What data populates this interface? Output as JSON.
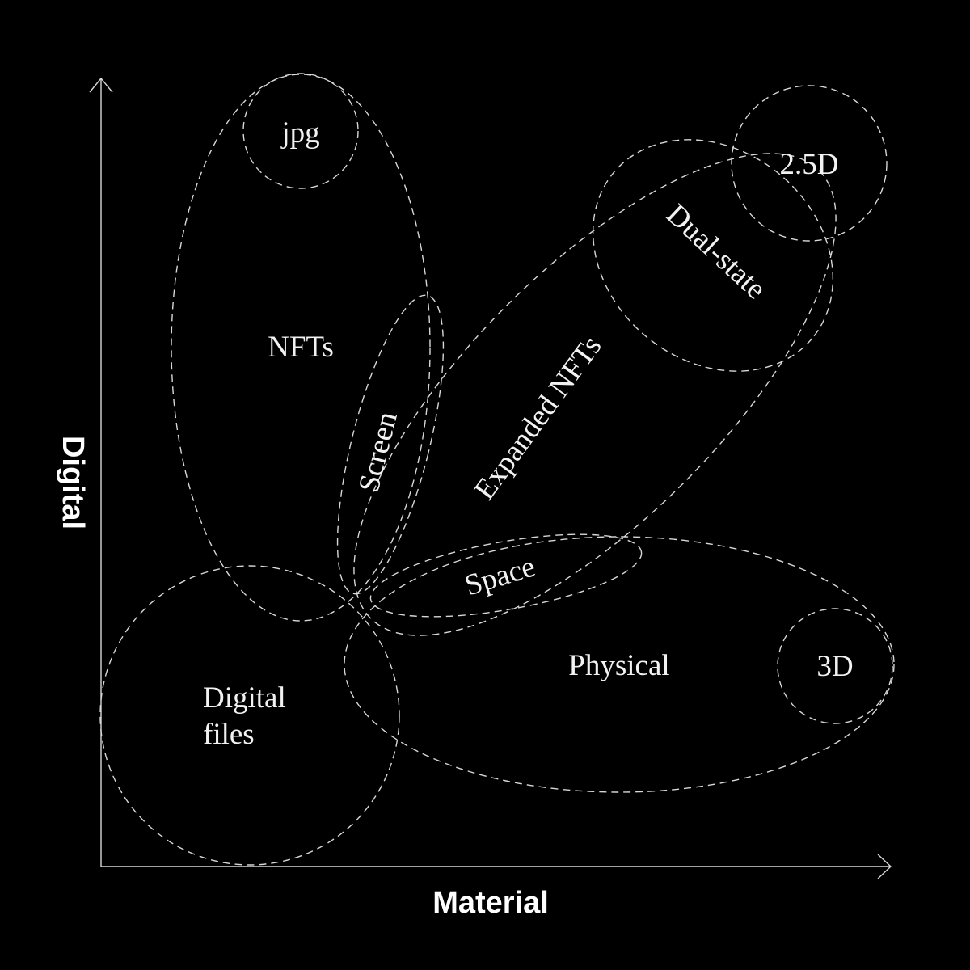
{
  "axes": {
    "x_label": "Material",
    "y_label": "Digital"
  },
  "regions": {
    "nfts": "NFTs",
    "jpg": "jpg",
    "screen": "Screen",
    "expanded_nfts": "Expanded NFTs",
    "dual_state": "Dual-state",
    "two_five_d": "2.5D",
    "space": "Space",
    "physical": "Physical",
    "three_d": "3D",
    "digital_files_line1": "Digital",
    "digital_files_line2": "files"
  },
  "colors": {
    "background": "#000000",
    "stroke": "#d8d8d8",
    "text": "#f2f2f2"
  }
}
